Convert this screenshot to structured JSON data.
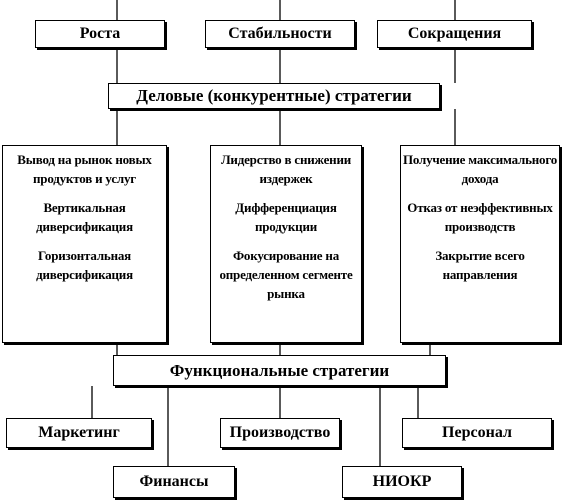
{
  "top_strategies": [
    "Роста",
    "Стабильности",
    "Сокращения"
  ],
  "business_strategies": "Деловые (конкурентные) стратегии",
  "columns": [
    [
      "Вывод на рынок новых продуктов и услуг",
      "Вертикальная диверсификация",
      "Горизонтальная диверсификация"
    ],
    [
      "Лидерство в снижении издержек",
      "Дифференциация продукции",
      "Фокусирование на определенном сегменте рынка"
    ],
    [
      "Получение максимального дохода",
      "Отказ от неэффективных производств",
      "Закрытие всего направления"
    ]
  ],
  "functional_strategies": "Функциональные стратегии",
  "functions": [
    "Маркетинг",
    "Производство",
    "Персонал",
    "Финансы",
    "НИОКР"
  ]
}
